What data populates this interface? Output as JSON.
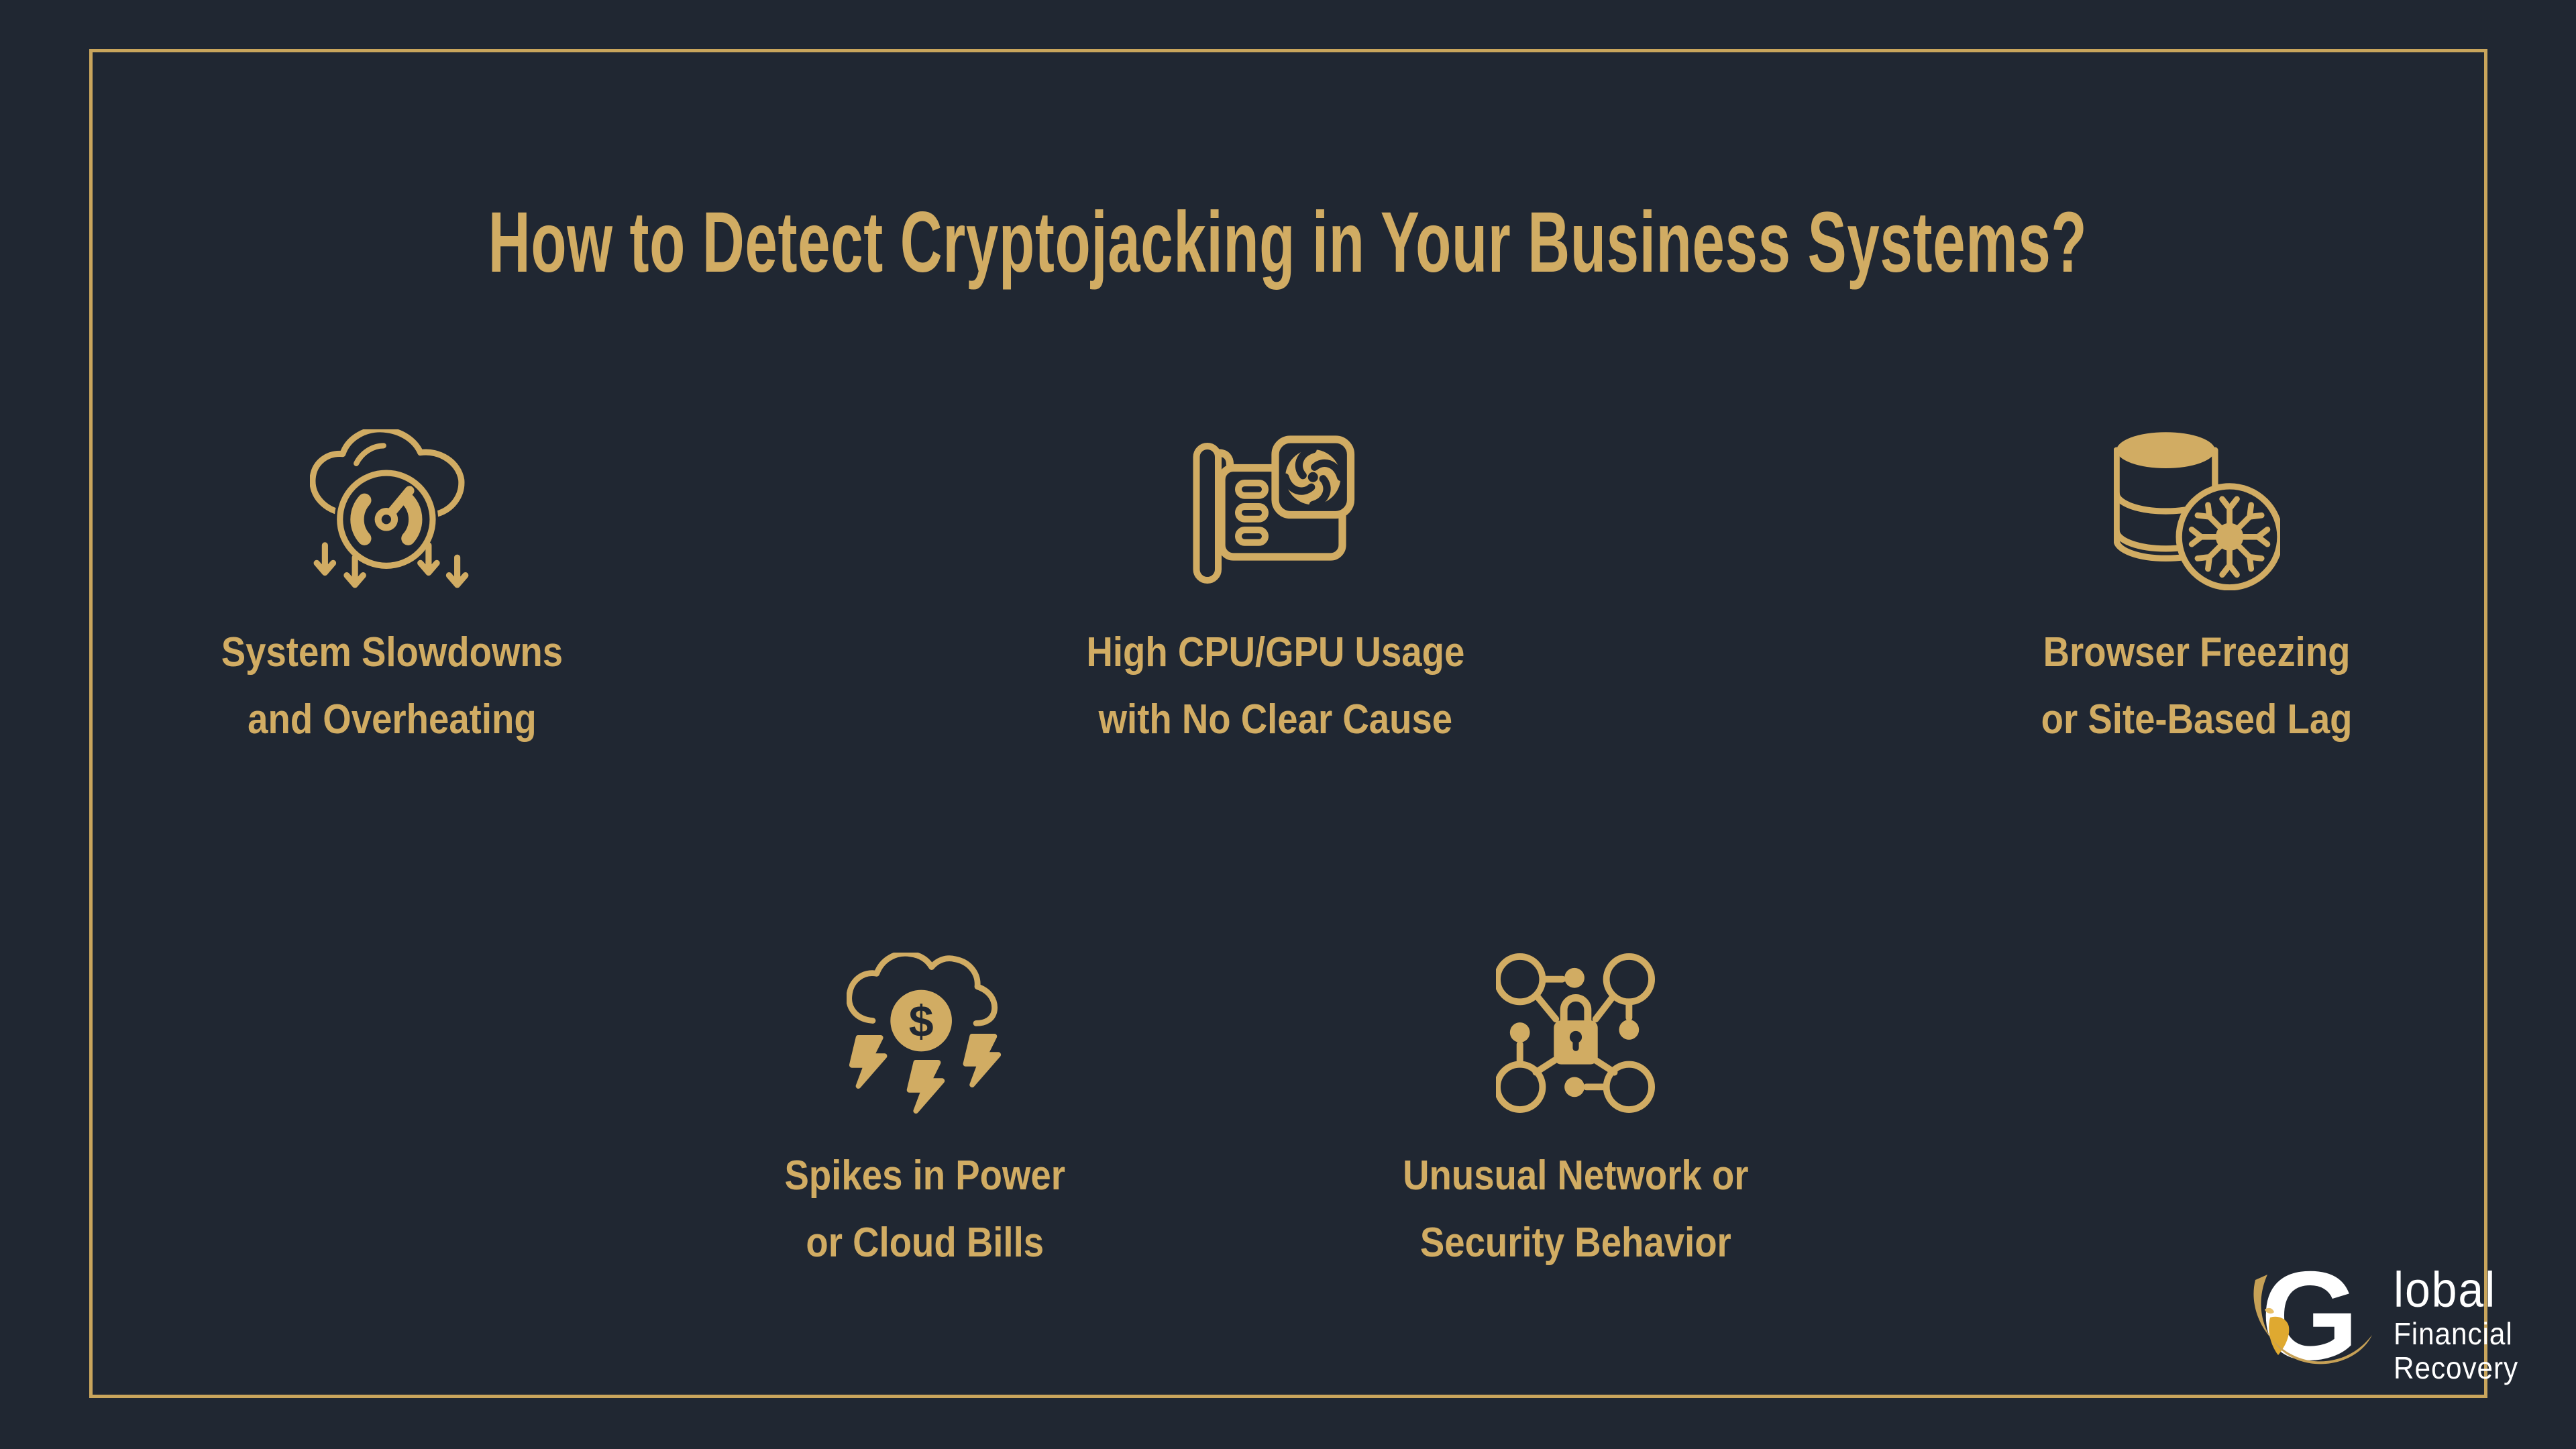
{
  "page": {
    "background_color": "#202732",
    "accent_color": "#D1AC63",
    "border_color": "#C9A55C",
    "title": "How to Detect Cryptojacking in Your Business Systems?"
  },
  "items": [
    {
      "icon": "cloud-gauge-icon",
      "label_line1": "System Slowdowns",
      "label_line2": "and Overheating"
    },
    {
      "icon": "gpu-card-fan-icon",
      "label_line1": "High CPU/GPU Usage",
      "label_line2": "with No Clear Cause"
    },
    {
      "icon": "database-freeze-icon",
      "label_line1": "Browser Freezing",
      "label_line2": "or Site-Based Lag"
    },
    {
      "icon": "cloud-dollar-bolts-icon",
      "label_line1": "Spikes in Power",
      "label_line2": "or Cloud Bills"
    },
    {
      "icon": "network-lock-icon",
      "label_line1": "Unusual Network or",
      "label_line2": "Security Behavior"
    }
  ],
  "icon_glyphs": {
    "dollar": "$"
  },
  "logo": {
    "g": "G",
    "line1": "lobal",
    "line2": "Financial",
    "line3": "Recovery"
  }
}
